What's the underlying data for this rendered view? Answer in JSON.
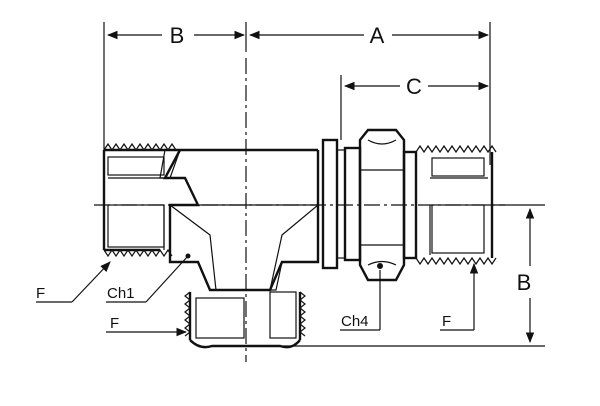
{
  "drawing": {
    "title": "",
    "dimensions": {
      "a": "A",
      "b_top": "B",
      "b_right": "B",
      "c": "C"
    },
    "callouts": {
      "f_left": "F",
      "ch1": "Ch1",
      "f_bottom": "F",
      "ch4": "Ch4",
      "f_right": "F"
    }
  }
}
